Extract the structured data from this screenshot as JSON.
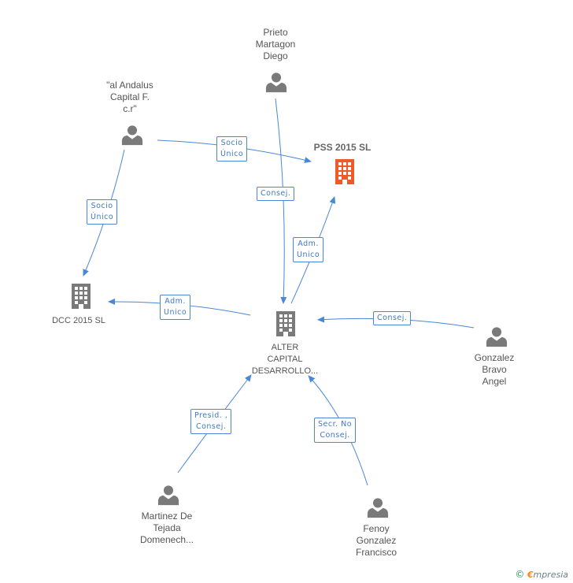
{
  "colors": {
    "edge": "#4a87d8",
    "person": "#7a7a7a",
    "company": "#7a7a7a",
    "focus_company": "#f05a28"
  },
  "nodes": {
    "prieto": {
      "lines": [
        "Prieto",
        "Martagon",
        "Diego"
      ],
      "icon": "person-icon"
    },
    "andalus": {
      "lines": [
        "\"al Andalus",
        "Capital F.",
        "c.r\""
      ],
      "icon": "person-icon"
    },
    "pss": {
      "lines": [
        "PSS 2015  SL"
      ],
      "icon": "building-icon"
    },
    "dcc": {
      "lines": [
        "DCC 2015  SL"
      ],
      "icon": "building-icon"
    },
    "alter": {
      "lines": [
        "ALTER",
        "CAPITAL",
        "DESARROLLO..."
      ],
      "icon": "building-icon"
    },
    "gonzalez": {
      "lines": [
        "Gonzalez",
        "Bravo",
        "Angel"
      ],
      "icon": "person-icon"
    },
    "martinez": {
      "lines": [
        "Martinez De",
        "Tejada",
        "Domenech..."
      ],
      "icon": "person-icon"
    },
    "fenoy": {
      "lines": [
        "Fenoy",
        "Gonzalez",
        "Francisco"
      ],
      "icon": "person-icon"
    }
  },
  "edges": {
    "andalus_pss": [
      "Socio",
      "Único"
    ],
    "andalus_dcc": [
      "Socio",
      "Único"
    ],
    "prieto_alter": [
      "Consej."
    ],
    "alter_pss": [
      "Adm.",
      "Unico"
    ],
    "alter_dcc": [
      "Adm.",
      "Unico"
    ],
    "gonzalez_alter": [
      "Consej."
    ],
    "martinez_alter": [
      "Presid. ,",
      "Consej."
    ],
    "fenoy_alter": [
      "Secr.  No",
      "Consej."
    ]
  },
  "footer": {
    "copyright": "©",
    "brand_first": "€",
    "brand_rest": "mpresia"
  }
}
